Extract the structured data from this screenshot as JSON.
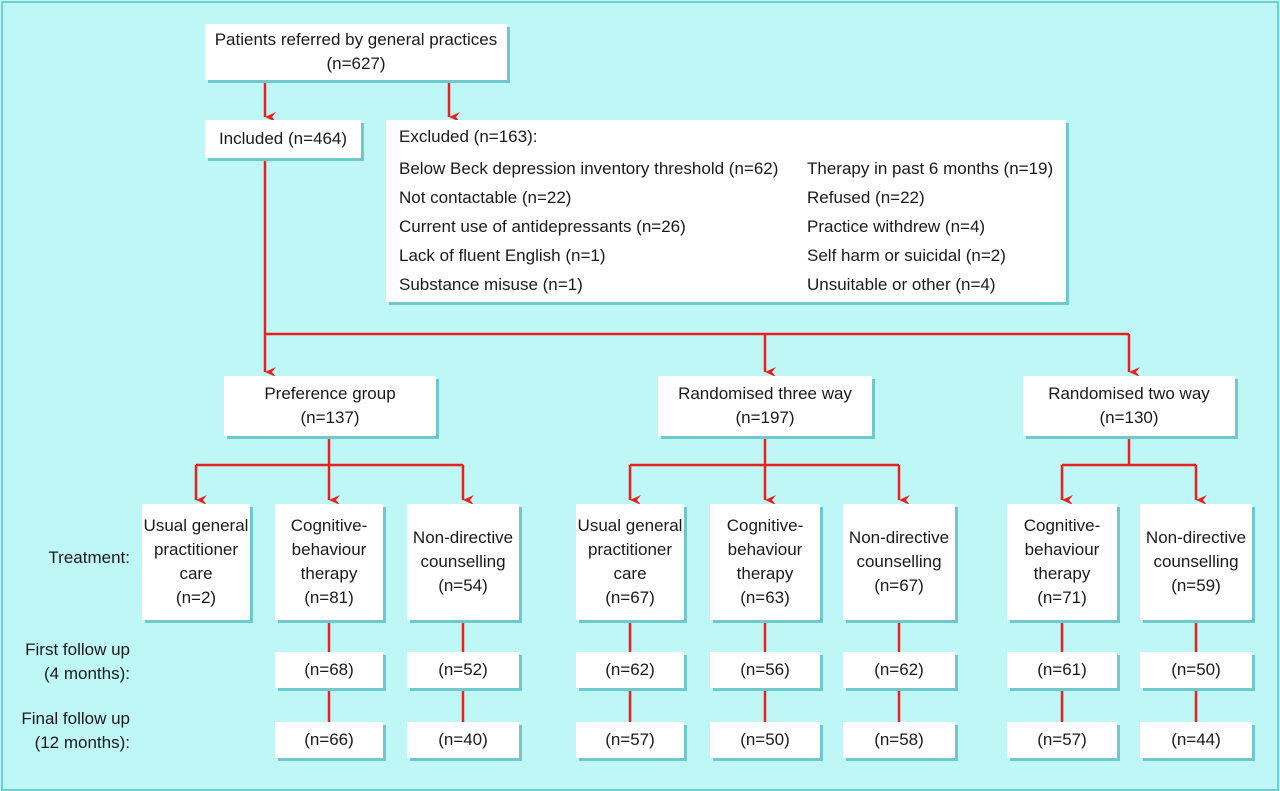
{
  "colors": {
    "background": "#bff7f7",
    "arrow": "#e8201e",
    "box": "#ffffff",
    "shadow": "#6fc8cc"
  },
  "top": {
    "line1": "Patients referred by general practices",
    "line2": "(n=627)"
  },
  "included": "Included (n=464)",
  "excluded": {
    "title": "Excluded (n=163):",
    "left": [
      "Below Beck depression inventory threshold (n=62)",
      "Not contactable (n=22)",
      "Current use of antidepressants (n=26)",
      "Lack of fluent English (n=1)",
      "Substance misuse (n=1)"
    ],
    "right": [
      "Therapy in past 6 months (n=19)",
      "Refused (n=22)",
      "Practice withdrew (n=4)",
      "Self harm or suicidal (n=2)",
      "Unsuitable or other (n=4)"
    ]
  },
  "groups": [
    {
      "line1": "Preference group",
      "line2": "(n=137)"
    },
    {
      "line1": "Randomised three way",
      "line2": "(n=197)"
    },
    {
      "line1": "Randomised two way",
      "line2": "(n=130)"
    }
  ],
  "row_labels": {
    "treatment": "Treatment:",
    "first1": "First follow up",
    "first2": "(4 months):",
    "final1": "Final follow up",
    "final2": "(12 months):"
  },
  "treatments": [
    {
      "lines": [
        "Usual general",
        "practitioner",
        "care",
        "(n=2)"
      ],
      "first": "",
      "final": ""
    },
    {
      "lines": [
        "Cognitive-",
        "behaviour",
        "therapy",
        "(n=81)"
      ],
      "first": "(n=68)",
      "final": "(n=66)"
    },
    {
      "lines": [
        "Non-directive",
        "counselling",
        "(n=54)"
      ],
      "first": "(n=52)",
      "final": "(n=40)"
    },
    {
      "lines": [
        "Usual general",
        "practitioner",
        "care",
        "(n=67)"
      ],
      "first": "(n=62)",
      "final": "(n=57)"
    },
    {
      "lines": [
        "Cognitive-",
        "behaviour",
        "therapy",
        "(n=63)"
      ],
      "first": "(n=56)",
      "final": "(n=50)"
    },
    {
      "lines": [
        "Non-directive",
        "counselling",
        "(n=67)"
      ],
      "first": "(n=62)",
      "final": "(n=58)"
    },
    {
      "lines": [
        "Cognitive-",
        "behaviour",
        "therapy",
        "(n=71)"
      ],
      "first": "(n=61)",
      "final": "(n=57)"
    },
    {
      "lines": [
        "Non-directive",
        "counselling",
        "(n=59)"
      ],
      "first": "(n=50)",
      "final": "(n=44)"
    }
  ]
}
